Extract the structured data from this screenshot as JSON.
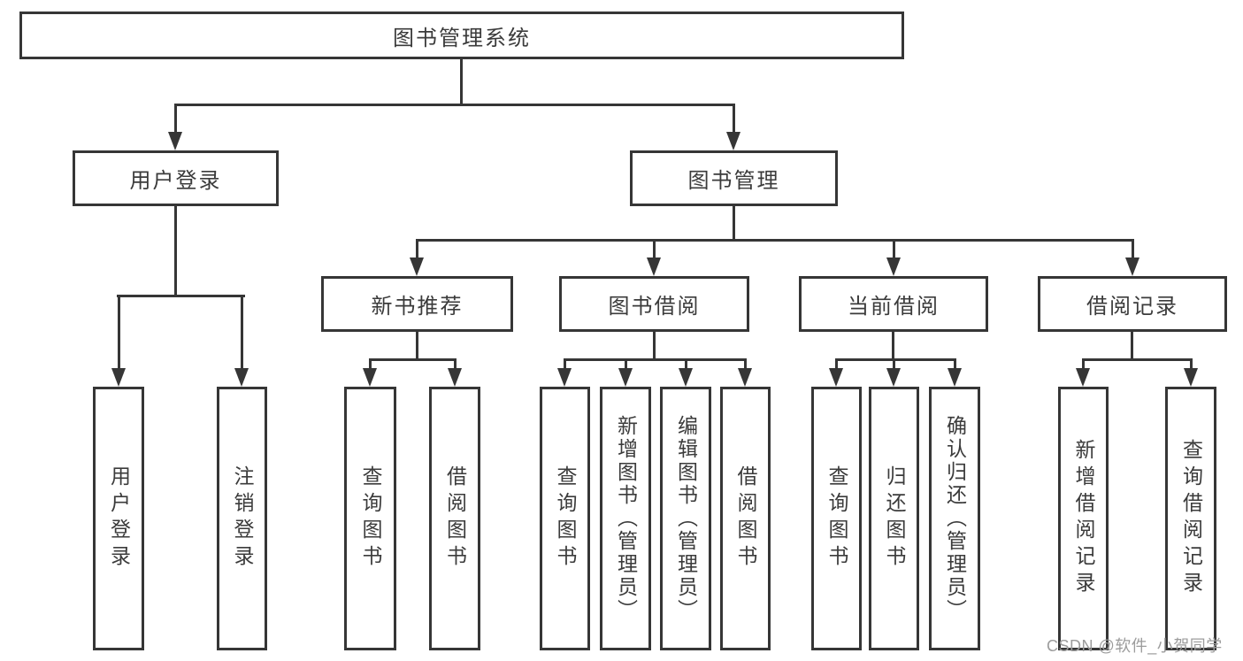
{
  "diagram": {
    "type": "hierarchy-tree",
    "colors": {
      "line": "#363636",
      "box_border": "#363636",
      "text": "#3b3b3b",
      "watermark": "#9c9c9c",
      "background": "#ffffff"
    },
    "nodes": {
      "root": "图书管理系统",
      "login": "用户登录",
      "manage": "图书管理",
      "recommend": "新书推荐",
      "borrow": "图书借阅",
      "current": "当前借阅",
      "record": "借阅记录",
      "login_user": "用户登录",
      "login_logout": "注销登录",
      "rec_query": "查询图书",
      "rec_borrow": "借阅图书",
      "borrow_query": "查询图书",
      "borrow_add": "新增图书（管理员）",
      "borrow_edit": "编辑图书（管理员）",
      "borrow_do": "借阅图书",
      "current_query": "查询图书",
      "current_return": "归还图书",
      "current_confirm": "确认归还（管理员）",
      "record_add": "新增借阅记录",
      "record_query": "查询借阅记录"
    },
    "hierarchy": {
      "图书管理系统": {
        "用户登录": [
          "用户登录",
          "注销登录"
        ],
        "图书管理": {
          "新书推荐": [
            "查询图书",
            "借阅图书"
          ],
          "图书借阅": [
            "查询图书",
            "新增图书（管理员）",
            "编辑图书（管理员）",
            "借阅图书"
          ],
          "当前借阅": [
            "查询图书",
            "归还图书",
            "确认归还（管理员）"
          ],
          "借阅记录": [
            "新增借阅记录",
            "查询借阅记录"
          ]
        }
      }
    },
    "watermark": "CSDN @软件_小贺同学"
  }
}
